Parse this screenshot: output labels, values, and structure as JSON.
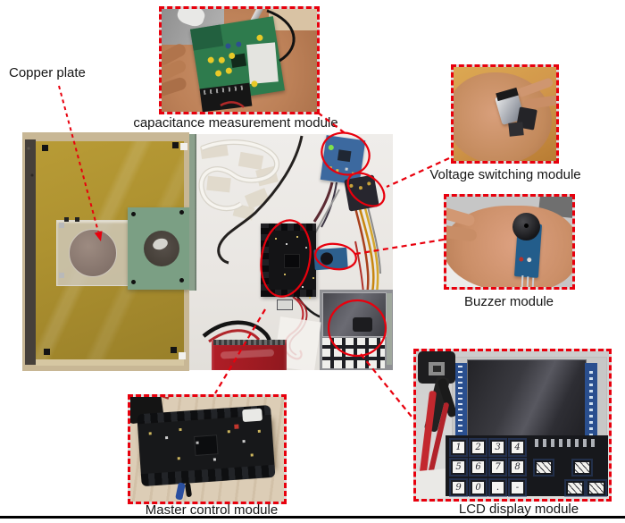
{
  "figure": {
    "description": "Annotated hardware figure: system photo with call-out photos of modules",
    "colors": {
      "annotation_red": "#e8000d",
      "label_text": "#161616",
      "background": "#ffffff",
      "rule": "#000000"
    }
  },
  "labels": {
    "copper_plate": "Copper plate",
    "capacitance_module": "capacitance measurement module",
    "voltage_module": "Voltage switching module",
    "buzzer_module": "Buzzer module",
    "lcd_module": "LCD display module",
    "master_module": "Master control module"
  },
  "lcd_keypad": {
    "digit_keys": [
      "1",
      "2",
      "3",
      "4",
      "5",
      "6",
      "7",
      "8",
      "9",
      "0",
      ".",
      "-"
    ]
  }
}
